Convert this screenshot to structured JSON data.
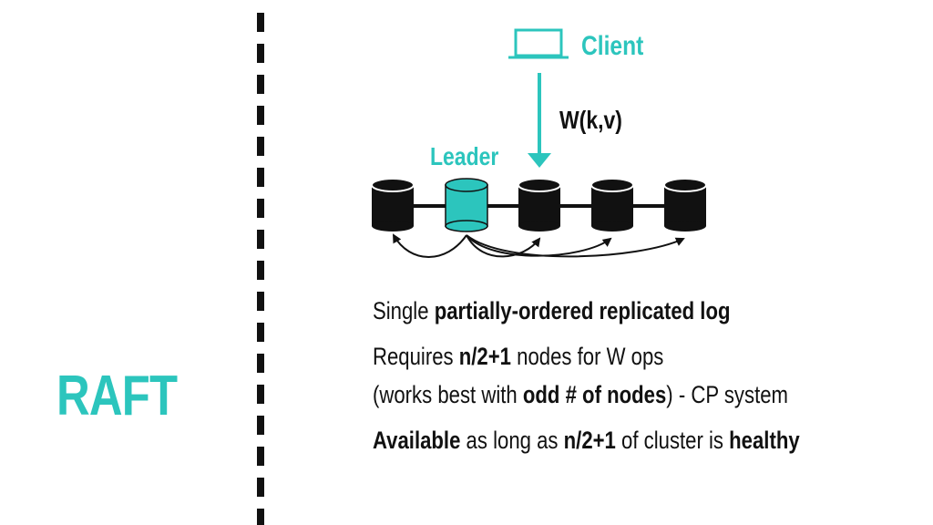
{
  "title": "RAFT",
  "diagram": {
    "client_label": "Client",
    "leader_label": "Leader",
    "operation_label": "W(k,v)",
    "nodes": [
      "follower",
      "leader",
      "follower",
      "follower",
      "follower"
    ],
    "colors": {
      "accent": "#2cc5bd",
      "node": "#111111"
    }
  },
  "text": {
    "line1": {
      "a": "Single ",
      "b": "partially-ordered replicated log"
    },
    "line2": {
      "a": "Requires ",
      "b": "n/2+1",
      "c": " nodes for W ops"
    },
    "line3": {
      "a": "(works best with ",
      "b": "odd # of nodes",
      "c": ") - CP system"
    },
    "line4": {
      "a": "Available",
      "b": " as long as ",
      "c": "n/2+1",
      "d": " of cluster is ",
      "e": "healthy"
    }
  }
}
